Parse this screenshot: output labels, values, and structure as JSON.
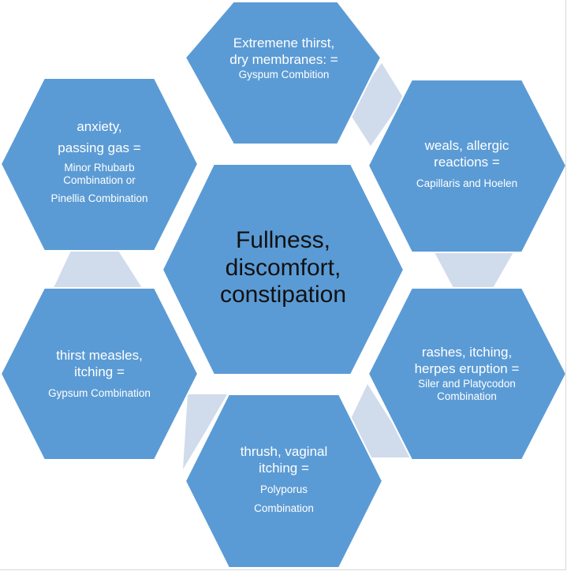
{
  "center": {
    "lines": [
      "Fullness,",
      "discomfort,",
      "constipation"
    ]
  },
  "hexes": [
    {
      "id": "top",
      "head": [
        "Extremene thirst,",
        "dry membranes: ="
      ],
      "sub": [
        "Gyspum Combition"
      ]
    },
    {
      "id": "upper-right",
      "head": [
        "weals, allergic",
        "reactions ="
      ],
      "sub": [
        "Capillaris and Hoelen"
      ]
    },
    {
      "id": "lower-right",
      "head": [
        "rashes, itching,",
        "herpes eruption ="
      ],
      "sub": [
        "Siler and Platycodon",
        "Combination"
      ]
    },
    {
      "id": "bottom",
      "head": [
        "thrush, vaginal",
        "itching ="
      ],
      "sub": [
        "Polyporus",
        "Combination"
      ]
    },
    {
      "id": "lower-left",
      "head": [
        "thirst measles,",
        "itching ="
      ],
      "sub": [
        "Gypsum Combination"
      ]
    },
    {
      "id": "upper-left",
      "head": [
        "anxiety,",
        "passing gas ="
      ],
      "sub": [
        "Minor Rhubarb",
        "Combination or",
        "Pinellia Combination"
      ]
    }
  ],
  "colors": {
    "hex_fill": "#5B9BD5",
    "hex_stroke": "#ffffff",
    "connector_fill": "#D0DBEC",
    "center_text": "#111111",
    "hex_text": "#ffffff"
  }
}
